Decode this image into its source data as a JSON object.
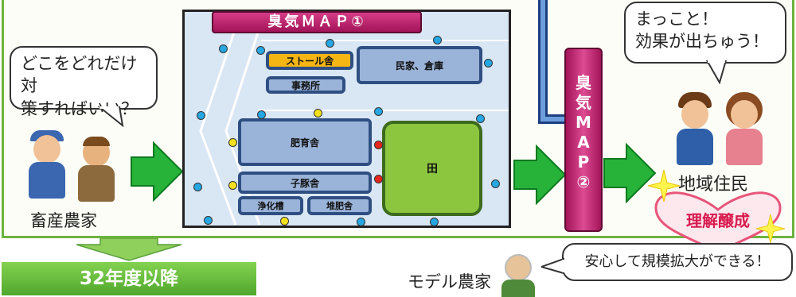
{
  "colors": {
    "frame_green": "#6db33f",
    "map_panel": "#d9e6f4",
    "building_fill": "#9ab3d9",
    "building_border": "#2f4f82",
    "field_green": "#8cc63f",
    "arrow_green": "#27b23a",
    "map_label_magenta": "#b0165f",
    "heart_pink": "#f06a8a",
    "dot_blue": "#26a6e2",
    "dot_yellow": "#f5e11b",
    "dot_red": "#e4261c",
    "year_box_green": "#6cbf3d"
  },
  "farmer_bubble": {
    "line1": "どこをどれだけ対",
    "line2": "策すればいい？"
  },
  "farmer_label": "畜産農家",
  "map1": {
    "title": "臭気ＭＡＰ①",
    "buildings": {
      "stall": "ストール舎",
      "office": "事務所",
      "house_storage": "民家、倉庫",
      "fattening": "肥育舎",
      "piglet": "子豚舎",
      "septic": "浄化槽",
      "compost": "堆肥舎",
      "field": "田"
    }
  },
  "map2": {
    "chars": [
      "臭",
      "気",
      "M",
      "A",
      "P",
      "②"
    ]
  },
  "residents_bubble": {
    "line1": "まっこと！",
    "line2": "効果が出ちゅう！"
  },
  "residents_label": "地域住民",
  "heart_label": "理解醸成",
  "year_box": "32年度以降",
  "model_farm_label": "モデル農家",
  "model_farm_bubble": "安心して規模拡大ができる！",
  "icons": [
    "farmer-icon",
    "resident-icon",
    "elder-farmer-icon",
    "sparkle-icon",
    "arrow-right-icon",
    "arrow-down-icon",
    "heart-icon"
  ]
}
